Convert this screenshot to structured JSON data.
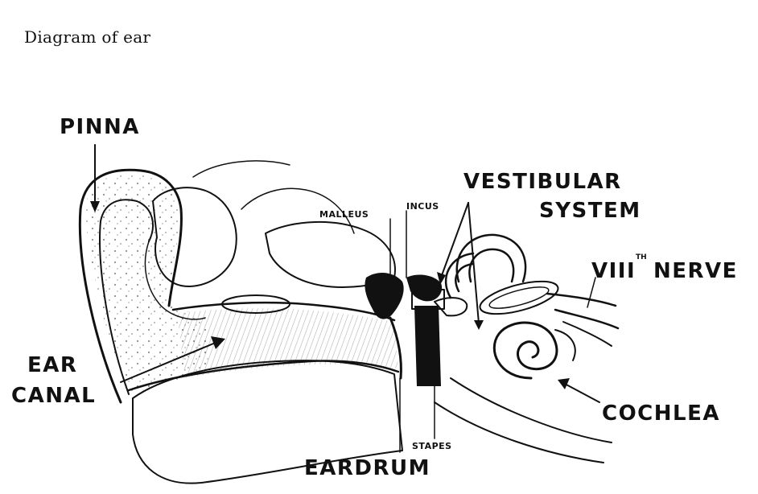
{
  "caption": "Diagram of ear",
  "labels": {
    "pinna": "PINNA",
    "ear_canal_line1": "EAR",
    "ear_canal_line2": "CANAL",
    "malleus": "MALLEUS",
    "incus": "INCUS",
    "vestibular_line1": "VESTIBULAR",
    "vestibular_line2": "SYSTEM",
    "nerve_prefix": "VIII",
    "nerve_sup": "TH",
    "nerve_word": "NERVE",
    "cochlea": "COCHLEA",
    "stapes": "STAPES",
    "eardrum": "EARDRUM"
  },
  "colors": {
    "ink": "#111111",
    "paper": "#ffffff",
    "bone": "#f4f4f4"
  }
}
